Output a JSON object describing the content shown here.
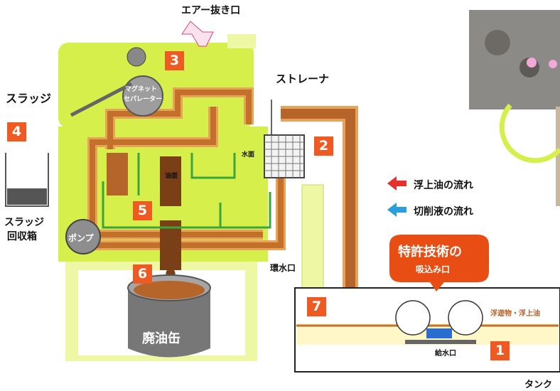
{
  "labels": {
    "air_vent": "エアー抜き口",
    "sludge": "スラッジ",
    "sludge_box_line1": "スラッジ",
    "sludge_box_line2": "回収箱",
    "magnet_line1": "マグネット",
    "magnet_line2": "セパレーター",
    "strainer": "ストレーナ",
    "water_surface": "水面",
    "oil_surface": "油面",
    "pump": "ポンプ",
    "return_port": "環水口",
    "waste_oil_can": "廃油缶",
    "floating_matter": "浮遊物・浮上油",
    "supply_port": "給水口",
    "tank": "タンク",
    "patent_line1": "特許技術の",
    "patent_line2": "吸込み口"
  },
  "legend": {
    "oil_flow": "浮上油の流れ",
    "coolant_flow": "切削液の流れ",
    "oil_color": "#e8302a",
    "coolant_color": "#2a9fe0"
  },
  "badges": [
    "1",
    "2",
    "3",
    "4",
    "5",
    "6",
    "7"
  ],
  "colors": {
    "lime": "#d6ef4a",
    "lime_light": "#eef7a4",
    "pipe_orange": "#c2702a",
    "pipe_border": "#e8a25a",
    "badge": "#ef5a23",
    "green_line": "#3aa63a"
  }
}
